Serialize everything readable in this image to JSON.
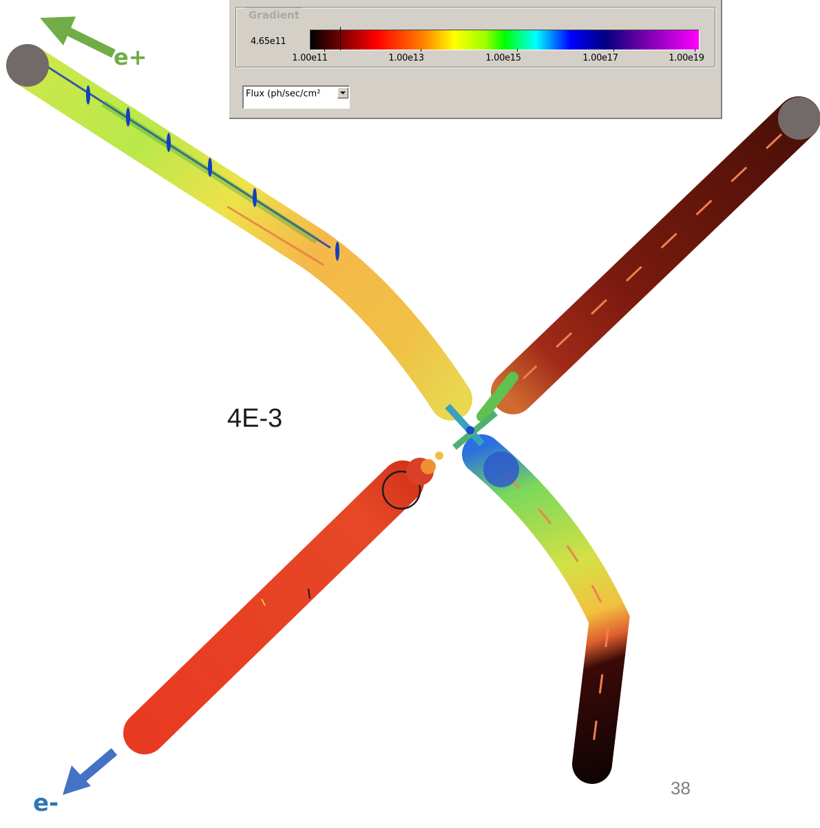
{
  "panel": {
    "group_title": "Gradient",
    "current_value": "4.65e11",
    "scale_labels": [
      "1.00e11",
      "1.00e13",
      "1.00e15",
      "1.00e17",
      "1.00e19"
    ],
    "dropdown_value": "Flux (ph/sec/cm²",
    "gradient_colors": [
      "#000000",
      "#ff0000",
      "#ff8000",
      "#ffff00",
      "#00ff00",
      "#00ffff",
      "#0000ff",
      "#000080",
      "#ff00ff"
    ]
  },
  "labels": {
    "positron": "e+",
    "electron": "e-",
    "sample_value": "4E-3",
    "page_number": "38"
  },
  "colors": {
    "positron_arrow": "#70ad47",
    "electron_arrow": "#4472c4",
    "pipe_cap": "#716a69"
  },
  "pipes": [
    {
      "name": "upper-left-beampipe",
      "flux": "yellow-green to orange"
    },
    {
      "name": "upper-right-beampipe",
      "flux": "dark red"
    },
    {
      "name": "lower-left-beampipe",
      "flux": "red"
    },
    {
      "name": "lower-right-beampipe",
      "flux": "green-yellow to black"
    }
  ]
}
